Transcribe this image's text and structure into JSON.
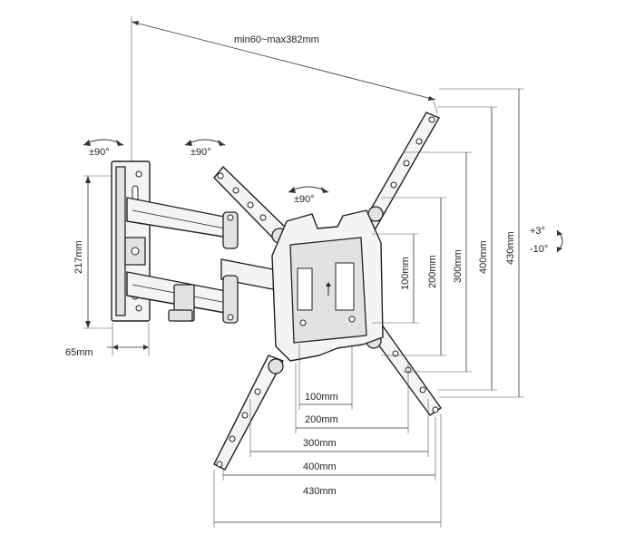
{
  "rotations": {
    "wall_swivel": "±90°",
    "arm_swivel": "±90°",
    "plate_rotate": "±90°",
    "tilt_up": "+3°",
    "tilt_down": "-10°"
  },
  "dimensions": {
    "extension": "min60~max382mm",
    "wall_plate_height": "217mm",
    "wall_plate_depth": "65mm",
    "vertical": [
      "100mm",
      "200mm",
      "300mm",
      "400mm",
      "430mm"
    ],
    "horizontal": [
      "100mm",
      "200mm",
      "300mm",
      "400mm",
      "430mm"
    ]
  }
}
